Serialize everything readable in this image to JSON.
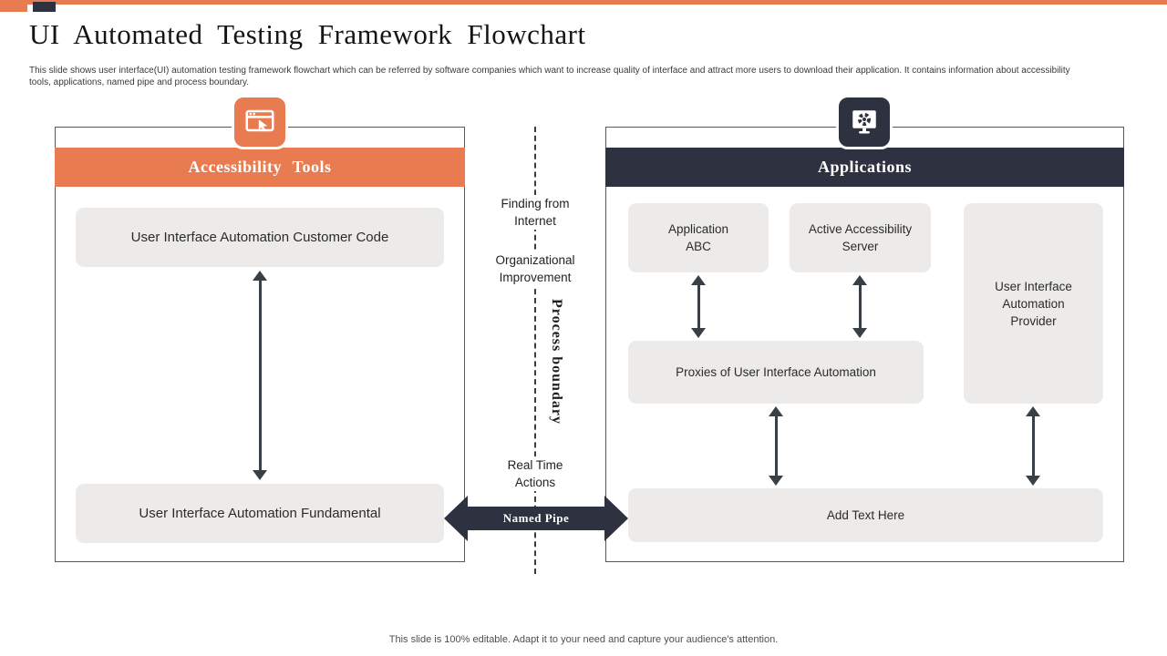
{
  "slide": {
    "title": "UI Automated Testing Framework Flowchart",
    "description": "This slide shows user interface(UI) automation testing framework flowchart which can be referred by software companies which want to increase quality of interface and attract more users to download their application.  It contains information about accessibility tools, applications, named pipe and process boundary.",
    "footer": "This slide is 100% editable. Adapt it to your need and capture your audience's attention."
  },
  "left_panel": {
    "header": "Accessibility Tools",
    "icon": "browser-pointer-icon",
    "customer_code": "User Interface Automation Customer Code",
    "fundamental": "User Interface Automation Fundamental"
  },
  "middle": {
    "finding": "Finding from\nInternet",
    "organizational": "Organizational\nImprovement",
    "process_boundary": "Process boundary",
    "real_time": "Real Time\nActions",
    "named_pipe": "Named Pipe"
  },
  "right_panel": {
    "header": "Applications",
    "icon": "monitor-gear-icon",
    "application_abc": "Application\nABC",
    "active_accessibility_server": "Active Accessibility\nServer",
    "uia_provider": "User Interface\nAutomation\nProvider",
    "proxies": "Proxies of User Interface Automation",
    "add_text": "Add Text Here"
  },
  "colors": {
    "accent_orange": "#E87C50",
    "accent_dark": "#2E3240",
    "node_gray": "#ECEBE9",
    "arrow_dark": "#3A3E46"
  }
}
